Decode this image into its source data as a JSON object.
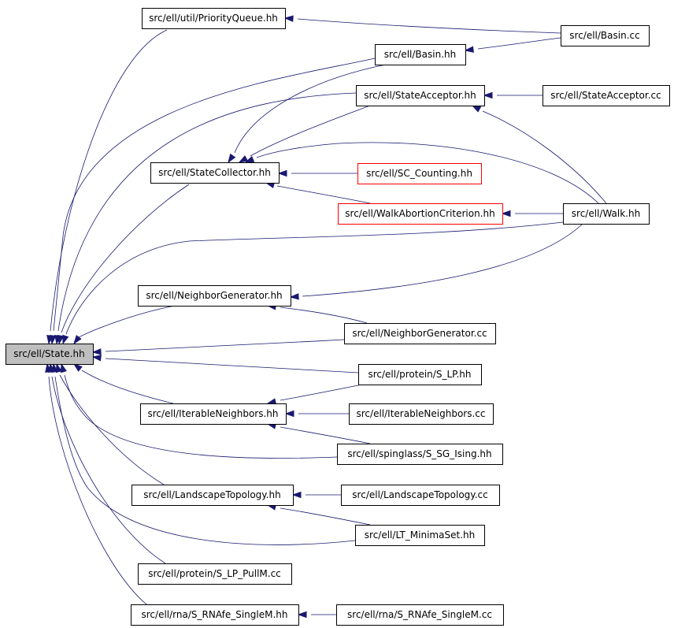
{
  "colors": {
    "edge": "#191970",
    "highlight_fill": "#bfbfbf",
    "incomplete_border": "#ff0000",
    "border": "#000000"
  },
  "nodes": [
    {
      "id": "state_hh",
      "label": "src/ell/State.hh",
      "style": "highlight"
    },
    {
      "id": "pq_hh",
      "label": "src/ell/util/PriorityQueue.hh",
      "style": "normal"
    },
    {
      "id": "basin_cc",
      "label": "src/ell/Basin.cc",
      "style": "normal"
    },
    {
      "id": "basin_hh",
      "label": "src/ell/Basin.hh",
      "style": "normal"
    },
    {
      "id": "sa_hh",
      "label": "src/ell/StateAcceptor.hh",
      "style": "normal"
    },
    {
      "id": "sa_cc",
      "label": "src/ell/StateAcceptor.cc",
      "style": "normal"
    },
    {
      "id": "sc_hh",
      "label": "src/ell/StateCollector.hh",
      "style": "normal"
    },
    {
      "id": "scc_hh",
      "label": "src/ell/SC_Counting.hh",
      "style": "incomplete"
    },
    {
      "id": "wac_hh",
      "label": "src/ell/WalkAbortionCriterion.hh",
      "style": "incomplete"
    },
    {
      "id": "walk_hh",
      "label": "src/ell/Walk.hh",
      "style": "normal"
    },
    {
      "id": "ng_hh",
      "label": "src/ell/NeighborGenerator.hh",
      "style": "normal"
    },
    {
      "id": "ng_cc",
      "label": "src/ell/NeighborGenerator.cc",
      "style": "normal"
    },
    {
      "id": "slp_hh",
      "label": "src/ell/protein/S_LP.hh",
      "style": "normal"
    },
    {
      "id": "in_hh",
      "label": "src/ell/IterableNeighbors.hh",
      "style": "normal"
    },
    {
      "id": "in_cc",
      "label": "src/ell/IterableNeighbors.cc",
      "style": "normal"
    },
    {
      "id": "ising_hh",
      "label": "src/ell/spinglass/S_SG_Ising.hh",
      "style": "normal"
    },
    {
      "id": "lt_hh",
      "label": "src/ell/LandscapeTopology.hh",
      "style": "normal"
    },
    {
      "id": "lt_cc",
      "label": "src/ell/LandscapeTopology.cc",
      "style": "normal"
    },
    {
      "id": "ltm_hh",
      "label": "src/ell/LT_MinimaSet.hh",
      "style": "normal"
    },
    {
      "id": "slppull_cc",
      "label": "src/ell/protein/S_LP_PullM.cc",
      "style": "normal"
    },
    {
      "id": "rna_hh",
      "label": "src/ell/rna/S_RNAfe_SingleM.hh",
      "style": "normal"
    },
    {
      "id": "rna_cc",
      "label": "src/ell/rna/S_RNAfe_SingleM.cc",
      "style": "normal"
    }
  ],
  "edges": [
    {
      "from": "pq_hh",
      "to": "state_hh"
    },
    {
      "from": "basin_hh",
      "to": "state_hh"
    },
    {
      "from": "sa_hh",
      "to": "state_hh"
    },
    {
      "from": "sc_hh",
      "to": "state_hh"
    },
    {
      "from": "walk_hh",
      "to": "state_hh"
    },
    {
      "from": "ng_hh",
      "to": "state_hh"
    },
    {
      "from": "ng_cc",
      "to": "state_hh"
    },
    {
      "from": "slp_hh",
      "to": "state_hh"
    },
    {
      "from": "in_hh",
      "to": "state_hh"
    },
    {
      "from": "ising_hh",
      "to": "state_hh"
    },
    {
      "from": "lt_hh",
      "to": "state_hh"
    },
    {
      "from": "ltm_hh",
      "to": "state_hh"
    },
    {
      "from": "slppull_cc",
      "to": "state_hh"
    },
    {
      "from": "rna_hh",
      "to": "state_hh"
    },
    {
      "from": "basin_cc",
      "to": "pq_hh"
    },
    {
      "from": "basin_cc",
      "to": "basin_hh"
    },
    {
      "from": "basin_hh",
      "to": "sc_hh"
    },
    {
      "from": "sa_hh",
      "to": "sc_hh"
    },
    {
      "from": "sa_cc",
      "to": "sa_hh"
    },
    {
      "from": "walk_hh",
      "to": "sa_hh"
    },
    {
      "from": "walk_hh",
      "to": "sc_hh"
    },
    {
      "from": "scc_hh",
      "to": "sc_hh"
    },
    {
      "from": "wac_hh",
      "to": "sc_hh"
    },
    {
      "from": "walk_hh",
      "to": "wac_hh"
    },
    {
      "from": "walk_hh",
      "to": "ng_hh"
    },
    {
      "from": "ng_cc",
      "to": "ng_hh"
    },
    {
      "from": "slp_hh",
      "to": "in_hh"
    },
    {
      "from": "in_cc",
      "to": "in_hh"
    },
    {
      "from": "ising_hh",
      "to": "in_hh"
    },
    {
      "from": "lt_cc",
      "to": "lt_hh"
    },
    {
      "from": "ltm_hh",
      "to": "lt_hh"
    },
    {
      "from": "rna_cc",
      "to": "rna_hh"
    }
  ]
}
